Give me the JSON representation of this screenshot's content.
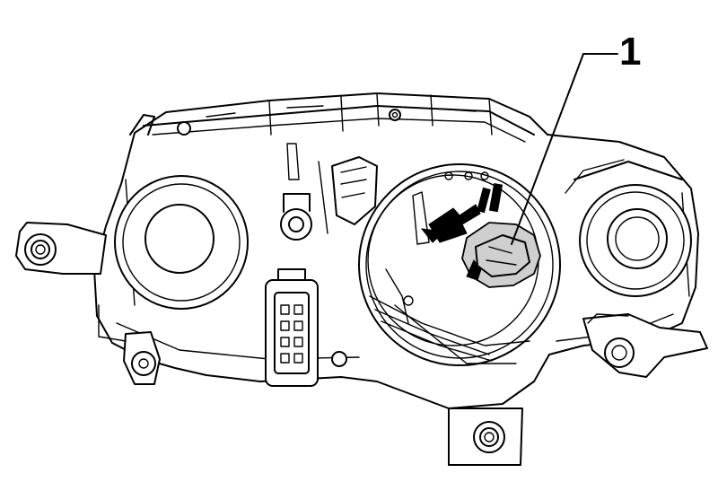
{
  "figure": {
    "callouts": [
      {
        "label": "1",
        "target": "bulb-holder"
      }
    ],
    "colors": {
      "line": "#000000",
      "background": "#ffffff",
      "shade": "#cfcfcf"
    },
    "arrow_direction": "counterclockwise"
  }
}
